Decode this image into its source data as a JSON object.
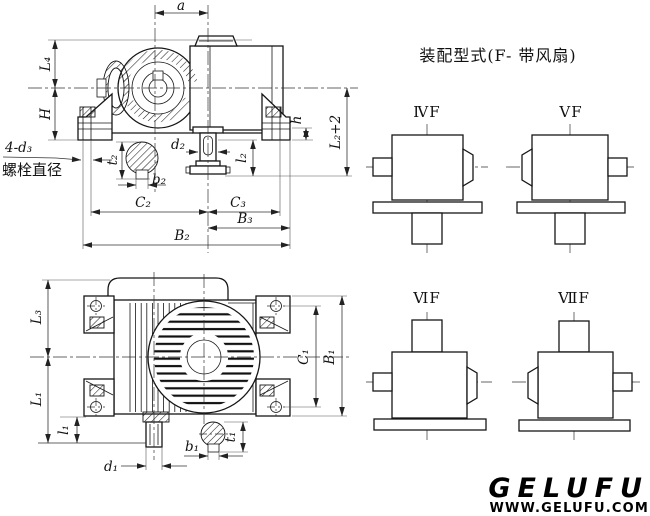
{
  "front_view": {
    "dims": {
      "a": "a",
      "L4": "L₄",
      "H": "H",
      "h": "h",
      "L2p2": "L₂+2",
      "d2": "d₂",
      "t2": "t₂",
      "b2": "b₂",
      "l2": "l₂",
      "C2": "C₂",
      "C3": "C₃",
      "B3": "B₃",
      "B2": "B₂",
      "bolt_callout": "4-d₃",
      "bolt_note": "螺栓直径"
    }
  },
  "top_view": {
    "dims": {
      "L3": "L₃",
      "L1": "L₁",
      "l1": "l₁",
      "d1": "d₁",
      "b1": "b₁",
      "t1": "t₁",
      "C1": "C₁",
      "B1": "B₁"
    }
  },
  "assembly_panel": {
    "title": "装配型式(F- 带风扇)",
    "variants": [
      {
        "label": "ⅣF"
      },
      {
        "label": "ⅤF"
      },
      {
        "label": "ⅥF"
      },
      {
        "label": "ⅦF"
      }
    ]
  },
  "brand": {
    "name": "GELUFU",
    "website": "WWW.GELUFU.COM"
  }
}
